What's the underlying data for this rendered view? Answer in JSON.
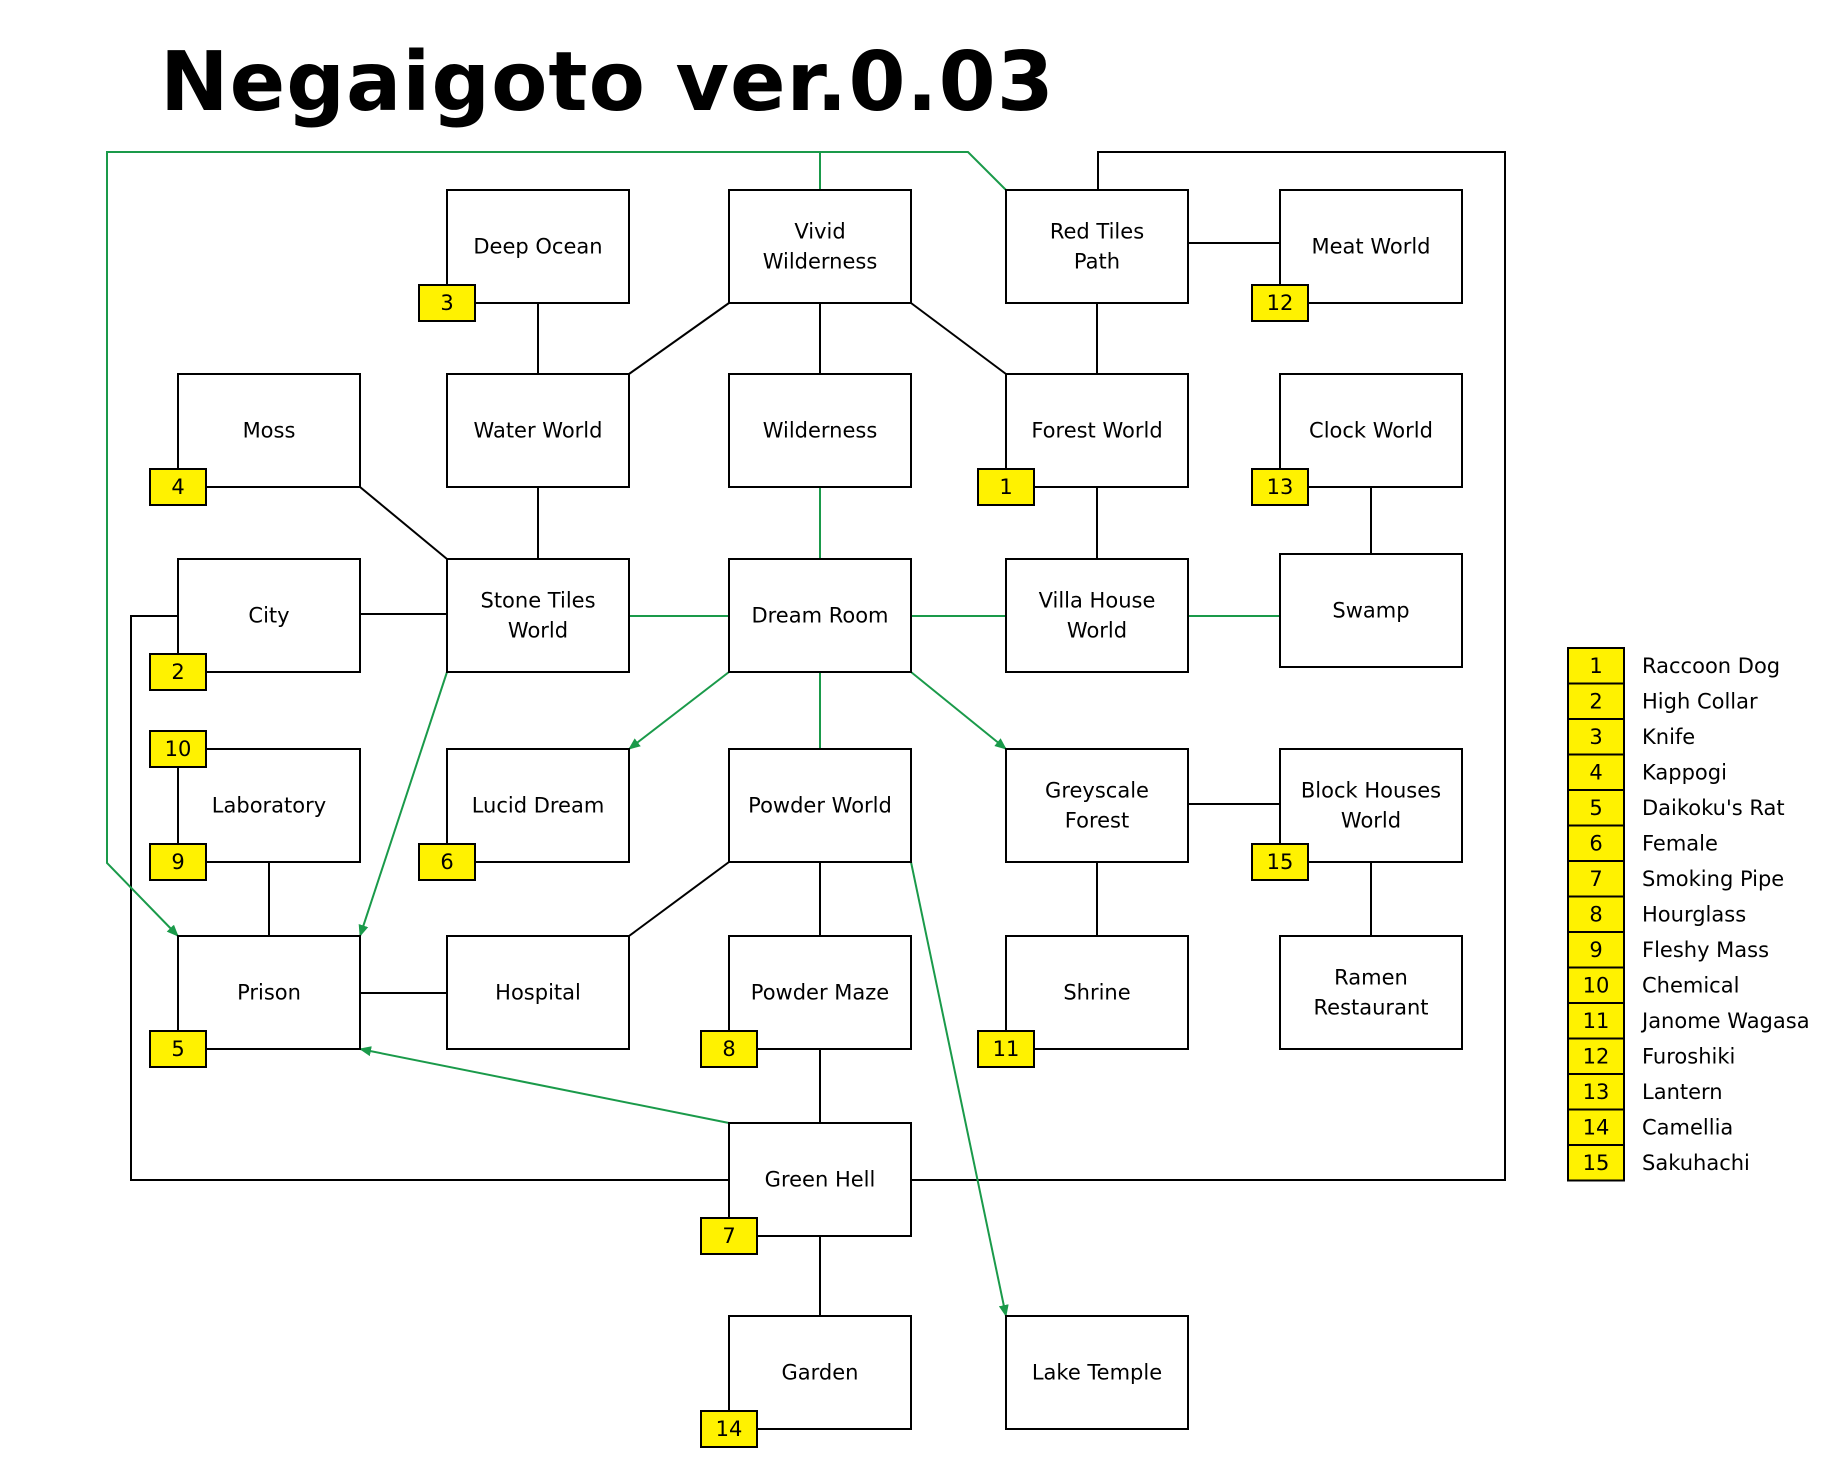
{
  "title": "Negaigoto ver.0.03",
  "colors": {
    "line": "#000000",
    "accent_line": "#1a9a4a",
    "badge_fill": "#fff200",
    "box_fill": "#ffffff"
  },
  "nodes": {
    "deep_ocean": {
      "lines": [
        "Deep Ocean"
      ],
      "badge": "3"
    },
    "vivid_wilderness": {
      "lines": [
        "Vivid",
        "Wilderness"
      ]
    },
    "red_tiles_path": {
      "lines": [
        "Red Tiles",
        "Path"
      ]
    },
    "meat_world": {
      "lines": [
        "Meat World"
      ],
      "badge": "12"
    },
    "moss": {
      "lines": [
        "Moss"
      ],
      "badge": "4"
    },
    "water_world": {
      "lines": [
        "Water World"
      ]
    },
    "wilderness": {
      "lines": [
        "Wilderness"
      ]
    },
    "forest_world": {
      "lines": [
        "Forest World"
      ],
      "badge": "1"
    },
    "clock_world": {
      "lines": [
        "Clock World"
      ],
      "badge": "13"
    },
    "city": {
      "lines": [
        "City"
      ],
      "badge": "2"
    },
    "stone_tiles_world": {
      "lines": [
        "Stone Tiles",
        "World"
      ]
    },
    "dream_room": {
      "lines": [
        "Dream Room"
      ]
    },
    "villa_house_world": {
      "lines": [
        "Villa House",
        "World"
      ]
    },
    "swamp": {
      "lines": [
        "Swamp"
      ]
    },
    "laboratory": {
      "lines": [
        "Laboratory"
      ],
      "badge": "9",
      "badge_top": "10"
    },
    "lucid_dream": {
      "lines": [
        "Lucid Dream"
      ],
      "badge": "6"
    },
    "powder_world": {
      "lines": [
        "Powder World"
      ]
    },
    "greyscale_forest": {
      "lines": [
        "Greyscale",
        "Forest"
      ]
    },
    "block_houses_world": {
      "lines": [
        "Block Houses",
        "World"
      ],
      "badge": "15"
    },
    "prison": {
      "lines": [
        "Prison"
      ],
      "badge": "5"
    },
    "hospital": {
      "lines": [
        "Hospital"
      ]
    },
    "powder_maze": {
      "lines": [
        "Powder Maze"
      ],
      "badge": "8"
    },
    "shrine": {
      "lines": [
        "Shrine"
      ],
      "badge": "11"
    },
    "ramen_restaurant": {
      "lines": [
        "Ramen",
        "Restaurant"
      ]
    },
    "green_hell": {
      "lines": [
        "Green Hell"
      ],
      "badge": "7"
    },
    "garden": {
      "lines": [
        "Garden"
      ],
      "badge": "14"
    },
    "lake_temple": {
      "lines": [
        "Lake Temple"
      ]
    }
  },
  "legend": [
    {
      "number": "1",
      "label": "Raccoon Dog"
    },
    {
      "number": "2",
      "label": "High Collar"
    },
    {
      "number": "3",
      "label": "Knife"
    },
    {
      "number": "4",
      "label": "Kappogi"
    },
    {
      "number": "5",
      "label": "Daikoku's Rat"
    },
    {
      "number": "6",
      "label": "Female"
    },
    {
      "number": "7",
      "label": "Smoking Pipe"
    },
    {
      "number": "8",
      "label": "Hourglass"
    },
    {
      "number": "9",
      "label": "Fleshy Mass"
    },
    {
      "number": "10",
      "label": "Chemical"
    },
    {
      "number": "11",
      "label": "Janome Wagasa"
    },
    {
      "number": "12",
      "label": "Furoshiki"
    },
    {
      "number": "13",
      "label": "Lantern"
    },
    {
      "number": "14",
      "label": "Camellia"
    },
    {
      "number": "15",
      "label": "Sakuhachi"
    }
  ]
}
